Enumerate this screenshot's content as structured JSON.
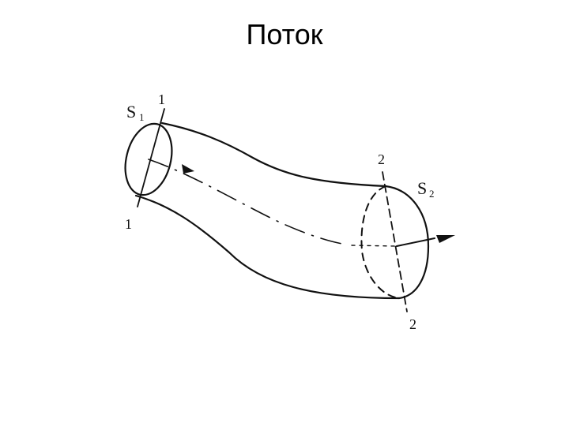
{
  "slide": {
    "title": "Поток"
  },
  "diagram": {
    "labels": {
      "s1": "S",
      "s1_sub": "1",
      "s2": "S",
      "s2_sub": "2",
      "section1_top": "1",
      "section1_bottom": "1",
      "section2_top": "2",
      "section2_bottom": "2"
    },
    "colors": {
      "stroke": "#111111",
      "background": "#ffffff"
    }
  }
}
